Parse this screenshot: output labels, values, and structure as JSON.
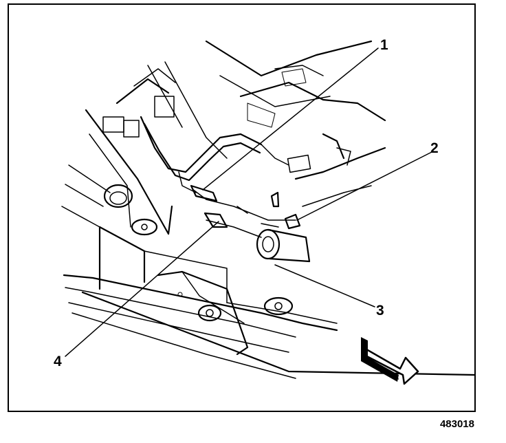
{
  "figure": {
    "reference_number": "483018",
    "callouts": [
      {
        "id": "1",
        "label": "1"
      },
      {
        "id": "2",
        "label": "2"
      },
      {
        "id": "3",
        "label": "3"
      },
      {
        "id": "4",
        "label": "4"
      }
    ],
    "direction_arrow": "forward-arrow",
    "colors": {
      "ink": "#000000",
      "paper": "#ffffff"
    }
  }
}
